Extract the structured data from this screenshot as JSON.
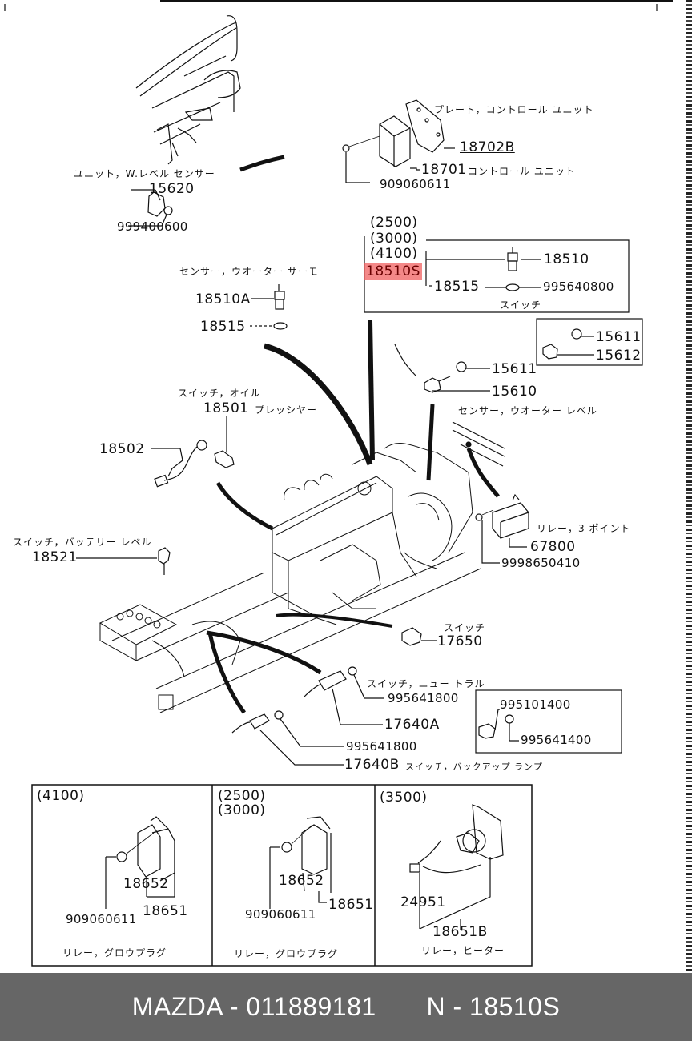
{
  "diagram": {
    "title": "Mazda parts diagram - engine sensors, switches and relays",
    "highlight_color": "#f06060",
    "callouts": [
      {
        "id": "plate-control-unit-desc",
        "text": "プレート，コントロール ユニット"
      },
      {
        "id": "18702B",
        "text": "18702B"
      },
      {
        "id": "18701",
        "text": "18701"
      },
      {
        "id": "18701-desc",
        "text": "コントロール ユニット"
      },
      {
        "id": "909060611-top",
        "text": "909060611"
      },
      {
        "id": "unit-w-level-sensor-desc",
        "text": "ユニット，W.レベル センサー"
      },
      {
        "id": "15620",
        "text": "15620"
      },
      {
        "id": "999400600",
        "text": "999400600"
      },
      {
        "id": "eng-2500",
        "text": "(2500)"
      },
      {
        "id": "eng-3000",
        "text": "(3000)"
      },
      {
        "id": "eng-4100",
        "text": "(4100)"
      },
      {
        "id": "18510S",
        "text": "18510S",
        "highlighted": true
      },
      {
        "id": "18510",
        "text": "18510"
      },
      {
        "id": "18515-box",
        "text": "18515"
      },
      {
        "id": "995640800",
        "text": "995640800"
      },
      {
        "id": "switch-desc-box",
        "text": "スイッチ"
      },
      {
        "id": "water-thermo-sensor-desc",
        "text": "センサー，ウオーター サーモ"
      },
      {
        "id": "18510A",
        "text": "18510A"
      },
      {
        "id": "18515-left",
        "text": "18515"
      },
      {
        "id": "15611-box",
        "text": "15611"
      },
      {
        "id": "15612",
        "text": "15612"
      },
      {
        "id": "15611",
        "text": "15611"
      },
      {
        "id": "15610",
        "text": "15610"
      },
      {
        "id": "water-level-sensor-desc",
        "text": "センサー，ウオーター レベル"
      },
      {
        "id": "oil-switch-desc",
        "text": "スイッチ，オイル"
      },
      {
        "id": "18501",
        "text": "18501"
      },
      {
        "id": "18501-desc",
        "text": "プレッシヤー"
      },
      {
        "id": "18502",
        "text": "18502"
      },
      {
        "id": "relay-3-point-desc",
        "text": "リレー，3 ポイント"
      },
      {
        "id": "67800",
        "text": "67800"
      },
      {
        "id": "9998650410",
        "text": "9998650410"
      },
      {
        "id": "battery-level-switch-desc",
        "text": "スイッチ，バッテリー レベル"
      },
      {
        "id": "18521",
        "text": "18521"
      },
      {
        "id": "switch-17650-desc",
        "text": "スイッチ"
      },
      {
        "id": "17650",
        "text": "17650"
      },
      {
        "id": "neutral-switch-desc",
        "text": "スイッチ，ニュー トラル"
      },
      {
        "id": "995641800-a",
        "text": "995641800"
      },
      {
        "id": "17640A",
        "text": "17640A"
      },
      {
        "id": "995641800-b",
        "text": "995641800"
      },
      {
        "id": "17640B",
        "text": "17640B"
      },
      {
        "id": "backup-lamp-switch-desc",
        "text": "スイッチ，バックアップ ランプ"
      },
      {
        "id": "995101400",
        "text": "995101400"
      },
      {
        "id": "995641400",
        "text": "995641400"
      }
    ],
    "panels": [
      {
        "variants": [
          "(4100)"
        ],
        "parts": [
          "18652",
          "909060611",
          "18651"
        ],
        "desc": "リレー，グロウプラグ"
      },
      {
        "variants": [
          "(2500)",
          "(3000)"
        ],
        "parts": [
          "18652",
          "909060611",
          "18651"
        ],
        "desc": "リレー，グロウプラグ"
      },
      {
        "variants": [
          "(3500)"
        ],
        "parts": [
          "24951",
          "18651B"
        ],
        "desc": "リレー，ヒーター"
      }
    ]
  },
  "footer": {
    "brand": "MAZDA",
    "separator": "-",
    "part_number": "011889181",
    "ref_prefix": "N",
    "ref_number": "18510S"
  }
}
